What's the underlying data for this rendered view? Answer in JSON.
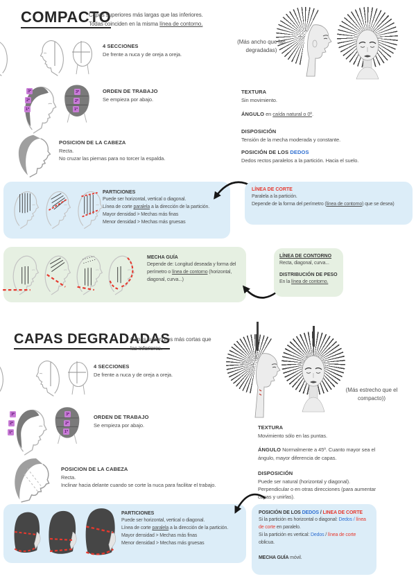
{
  "colors": {
    "accent_red": "#e6392e",
    "accent_blue": "#2f6fd0",
    "box_blue": "#dcedf8",
    "box_green": "#e6f0e2",
    "label_purple": "#c87dd6",
    "text_dark": "#3f3f3f"
  },
  "labels": {
    "sections": [
      "3º",
      "2º",
      "1º"
    ]
  },
  "compacto": {
    "title": "COMPACTO",
    "intro_l1": "Capas superiores más largas que las inferiores.",
    "intro_l2a": "Todas coinciden en la misma ",
    "intro_l2b": "línea de contorno.",
    "side_note_l1": "(Más ancho que las",
    "side_note_l2": "degradadas)",
    "secciones_title": "4 SECCIONES",
    "secciones_body": "De frente a nuca y de oreja a oreja.",
    "orden_title": "ORDEN DE TRABAJO",
    "orden_body": "Se empieza por abajo.",
    "cabeza_title": "POSICION DE LA CABEZA",
    "cabeza_l1": "Recta.",
    "cabeza_l2": "No cruzar las piernas para no torcer la espalda.",
    "textura_title": "TEXTURA",
    "textura_body": "Sin movimiento.",
    "angulo_title": "ÁNGULO",
    "angulo_pre": " en ",
    "angulo_u": "caída natural o 0º",
    "angulo_post": ".",
    "dispo_title": "DISPOSICIÓN",
    "dispo_body": "Tensión de la mecha moderada y constante.",
    "dedos_title_pre": "POSICIÓN DE LOS ",
    "dedos_title_hl": "DEDOS",
    "dedos_body": "Dedos rectos paralelos a la partición. Hacia el suelo.",
    "part_title": "PARTICIONES",
    "part_l1": "Puede ser horizontal, vertical o diagonal.",
    "part_l2a": "Línea de corte ",
    "part_l2b": "paralela",
    "part_l2c": " a la dirección de la partición.",
    "part_l3": "Mayor densidad > Mechas más finas",
    "part_l4": "Menor densidad > Mechas más gruesas",
    "corte_title": "LÍNEA DE CORTE",
    "corte_l1": "Paralela a la partición.",
    "corte_l2a": "Depende de la forma del perímetro (",
    "corte_l2b": "línea de contorno",
    "corte_l2c": ") que se desea)",
    "mecha_title": "MECHA GUÍA",
    "mecha_a": "Depende de: Longitud deseada y forma del perímetro o ",
    "mecha_b": "línea de contorno",
    "mecha_c": " (horizontal, diagonal, curva...)",
    "contorno_title": "LÍNEA DE CONTORNO",
    "contorno_body": "Recta, diagonal, curva...",
    "peso_title": "DISTRIBUCIÓN DE PESO",
    "peso_pre": "En la ",
    "peso_u": "línea de contorno."
  },
  "degradadas": {
    "title": "CAPAS DEGRADADAS",
    "intro_l1": "Capas superiores más cortas que",
    "intro_l2": "las inferiores.",
    "side_note_l1": "(Más estrecho que el",
    "side_note_l2": "compacto))",
    "secciones_title": "4 SECCIONES",
    "secciones_body": "De frente a nuca y de oreja a oreja.",
    "orden_title": "ORDEN DE TRABAJO",
    "orden_body": "Se empieza por abajo.",
    "cabeza_title": "POSICION DE LA CABEZA",
    "cabeza_l1": "Recta.",
    "cabeza_l2": "Inclinar hacia delante cuando se corte la nuca para facilitar el trabajo.",
    "textura_title": "TEXTURA",
    "textura_body": "Movimiento sólo en las puntas.",
    "angulo_title": "ÁNGULO",
    "angulo_body": " Normalmente a 45º. Cuanto mayor sea el ángulo, mayor diferencia de capas.",
    "dispo_title": "DISPOSICIÓN",
    "dispo_body": "Puede ser natural (horizontal y diagonal). Perpendicular o en otras direcciones (para aumentar capas y unirlas).",
    "part_title": "PARTICIONES",
    "part_l1": "Puede ser horizontal, vertical o diagonal.",
    "part_l2a": "Línea de corte ",
    "part_l2b": "paralela",
    "part_l2c": " a la dirección de la partición.",
    "part_l3": "Mayor densidad > Mechas más finas",
    "part_l4": "Menor densidad > Mechas más gruesas",
    "dc_title_pre": "POSICIÓN DE LOS ",
    "dc_title_blue": "DEDOS",
    "dc_title_sep": " / ",
    "dc_title_red": "LINEA DE CORTE",
    "dc_l1a": "Si la partición es horizontal o diagonal: ",
    "dc_l1b": "Dedos /",
    "dc_l1c": " ",
    "dc_l1d": "línea de corte",
    "dc_l1e": " en paralelo.",
    "dc_l2a": "Si la partición es vertical: ",
    "dc_l2b": "Dedos",
    "dc_l2c": " / ",
    "dc_l2d": "línea de corte",
    "dc_l2e": " oblicua.",
    "mecha_title": "MECHA GUÍA",
    "mecha_body": " móvil."
  }
}
